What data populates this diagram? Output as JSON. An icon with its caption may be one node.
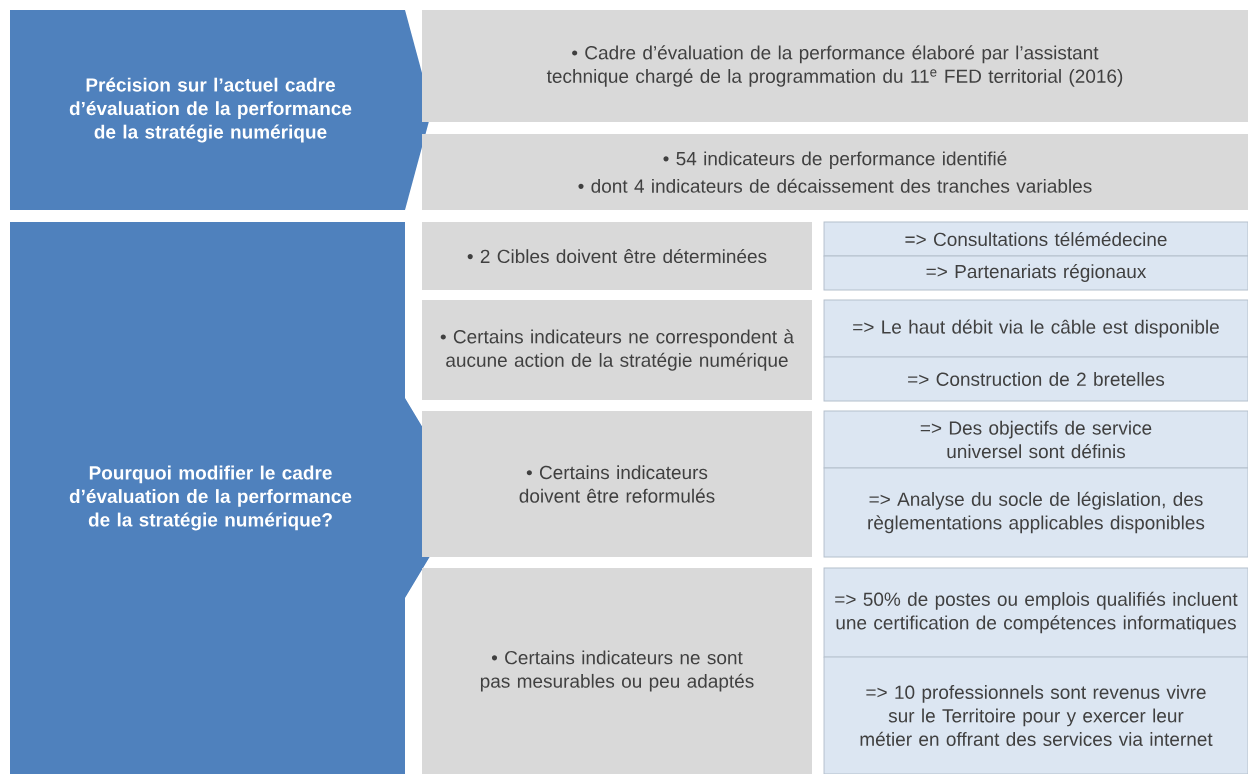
{
  "diagram": {
    "nodes": [
      {
        "text": [
          "Précision sur l’actuel cadre d’évaluation de la performance de la stratégie numérique"
        ]
      },
      {
        "text": [
          "• Cadre d’évaluation de la performance élaboré par l’assistant technique chargé de la programmation du 11$^{e}$ FED territorial (2016)"
        ]
      },
      {
        "text": [
          "• 54 indicateurs de performance identifié",
          "• dont 4 indicateurs de décaissement des tranches variables"
        ]
      },
      {
        "text": [
          "Pourquoi modifier le cadre d’évaluation de la performance de la stratégie numérique?"
        ]
      },
      {
        "text": [
          "• 2 Cibles doivent être déterminées"
        ]
      },
      {
        "text": [
          "• Certains indicateurs ne correspondent à aucune action de la stratégie numérique"
        ]
      },
      {
        "text": [
          "• Certains indicateurs doivent être reformulés"
        ]
      },
      {
        "text": [
          "• Certains indicateurs ne sont pas mesurables ou peu adaptés"
        ]
      },
      {
        "text": [
          "=> Consultations télémédecine"
        ]
      },
      {
        "text": [
          "=> Partenariats régionaux"
        ]
      },
      {
        "text": [
          "=> Le haut débit via le câble est disponible"
        ]
      },
      {
        "text": [
          "=> Construction de 2 bretelles"
        ]
      },
      {
        "text": [
          "=> Des objectifs de service universel sont définis"
        ]
      },
      {
        "text": [
          "=> Analyse du socle de législation, des règlementations applicables disponibles"
        ]
      },
      {
        "text": [
          "=> 50% de postes ou emplois qualifiés incluent une certification de compétences informatiques"
        ]
      },
      {
        "text": [
          "=> 10 professionnels sont revenus vivre sur le Territoire pour y exercer leur métier en offrant des services via internet"
        ]
      }
    ]
  }
}
